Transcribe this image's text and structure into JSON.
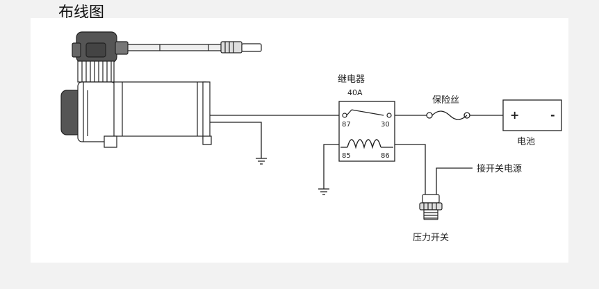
{
  "page": {
    "title": "布线图"
  },
  "diagram": {
    "relay": {
      "name": "继电器",
      "rating": "40A",
      "pins": [
        "87",
        "30",
        "85",
        "86"
      ]
    },
    "fuse": {
      "name": "保险丝"
    },
    "battery": {
      "name": "电池",
      "positive": "+",
      "negative": "-"
    },
    "switch_power": {
      "name": "接开关电源"
    },
    "pressure_switch": {
      "name": "压力开关"
    }
  },
  "colors": {
    "line": "#222222",
    "background": "#f2f2f2",
    "panel": "#ffffff"
  }
}
